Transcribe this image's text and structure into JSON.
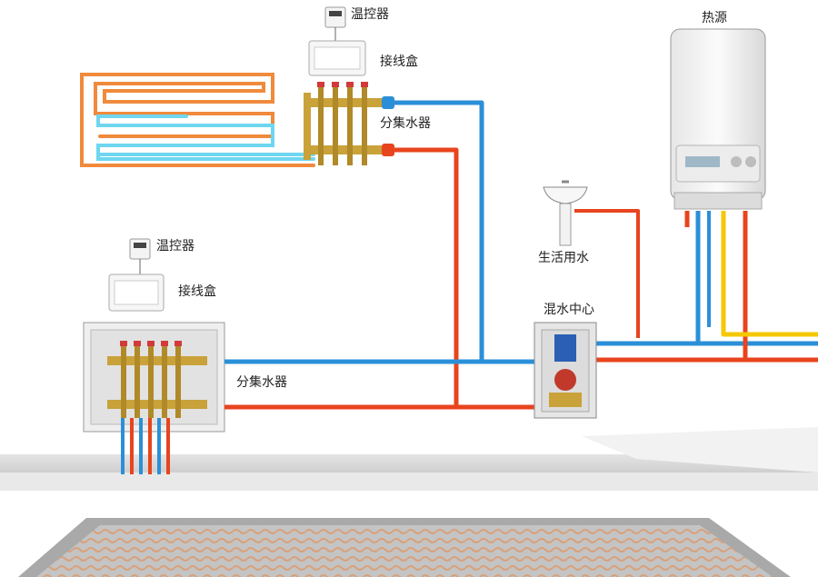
{
  "labels": {
    "heat_source": "热源",
    "thermostat_top": "温控器",
    "junction_box_top": "接线盒",
    "manifold_top": "分集水器",
    "thermostat_left": "温控器",
    "junction_box_left": "接线盒",
    "manifold_left": "分集水器",
    "domestic_water": "生活用水",
    "mixing_center": "混水中心"
  },
  "colors": {
    "supply_hot": "#e8441e",
    "return_cold": "#2b8fd8",
    "gas_yellow": "#f5c800",
    "floor_loop_outer": "#f08a3c",
    "floor_loop_inner": "#6fd6f0",
    "brass": "#c9a23a",
    "floor": "#b9b9b9",
    "wall_ground": "#d9d9d9"
  }
}
